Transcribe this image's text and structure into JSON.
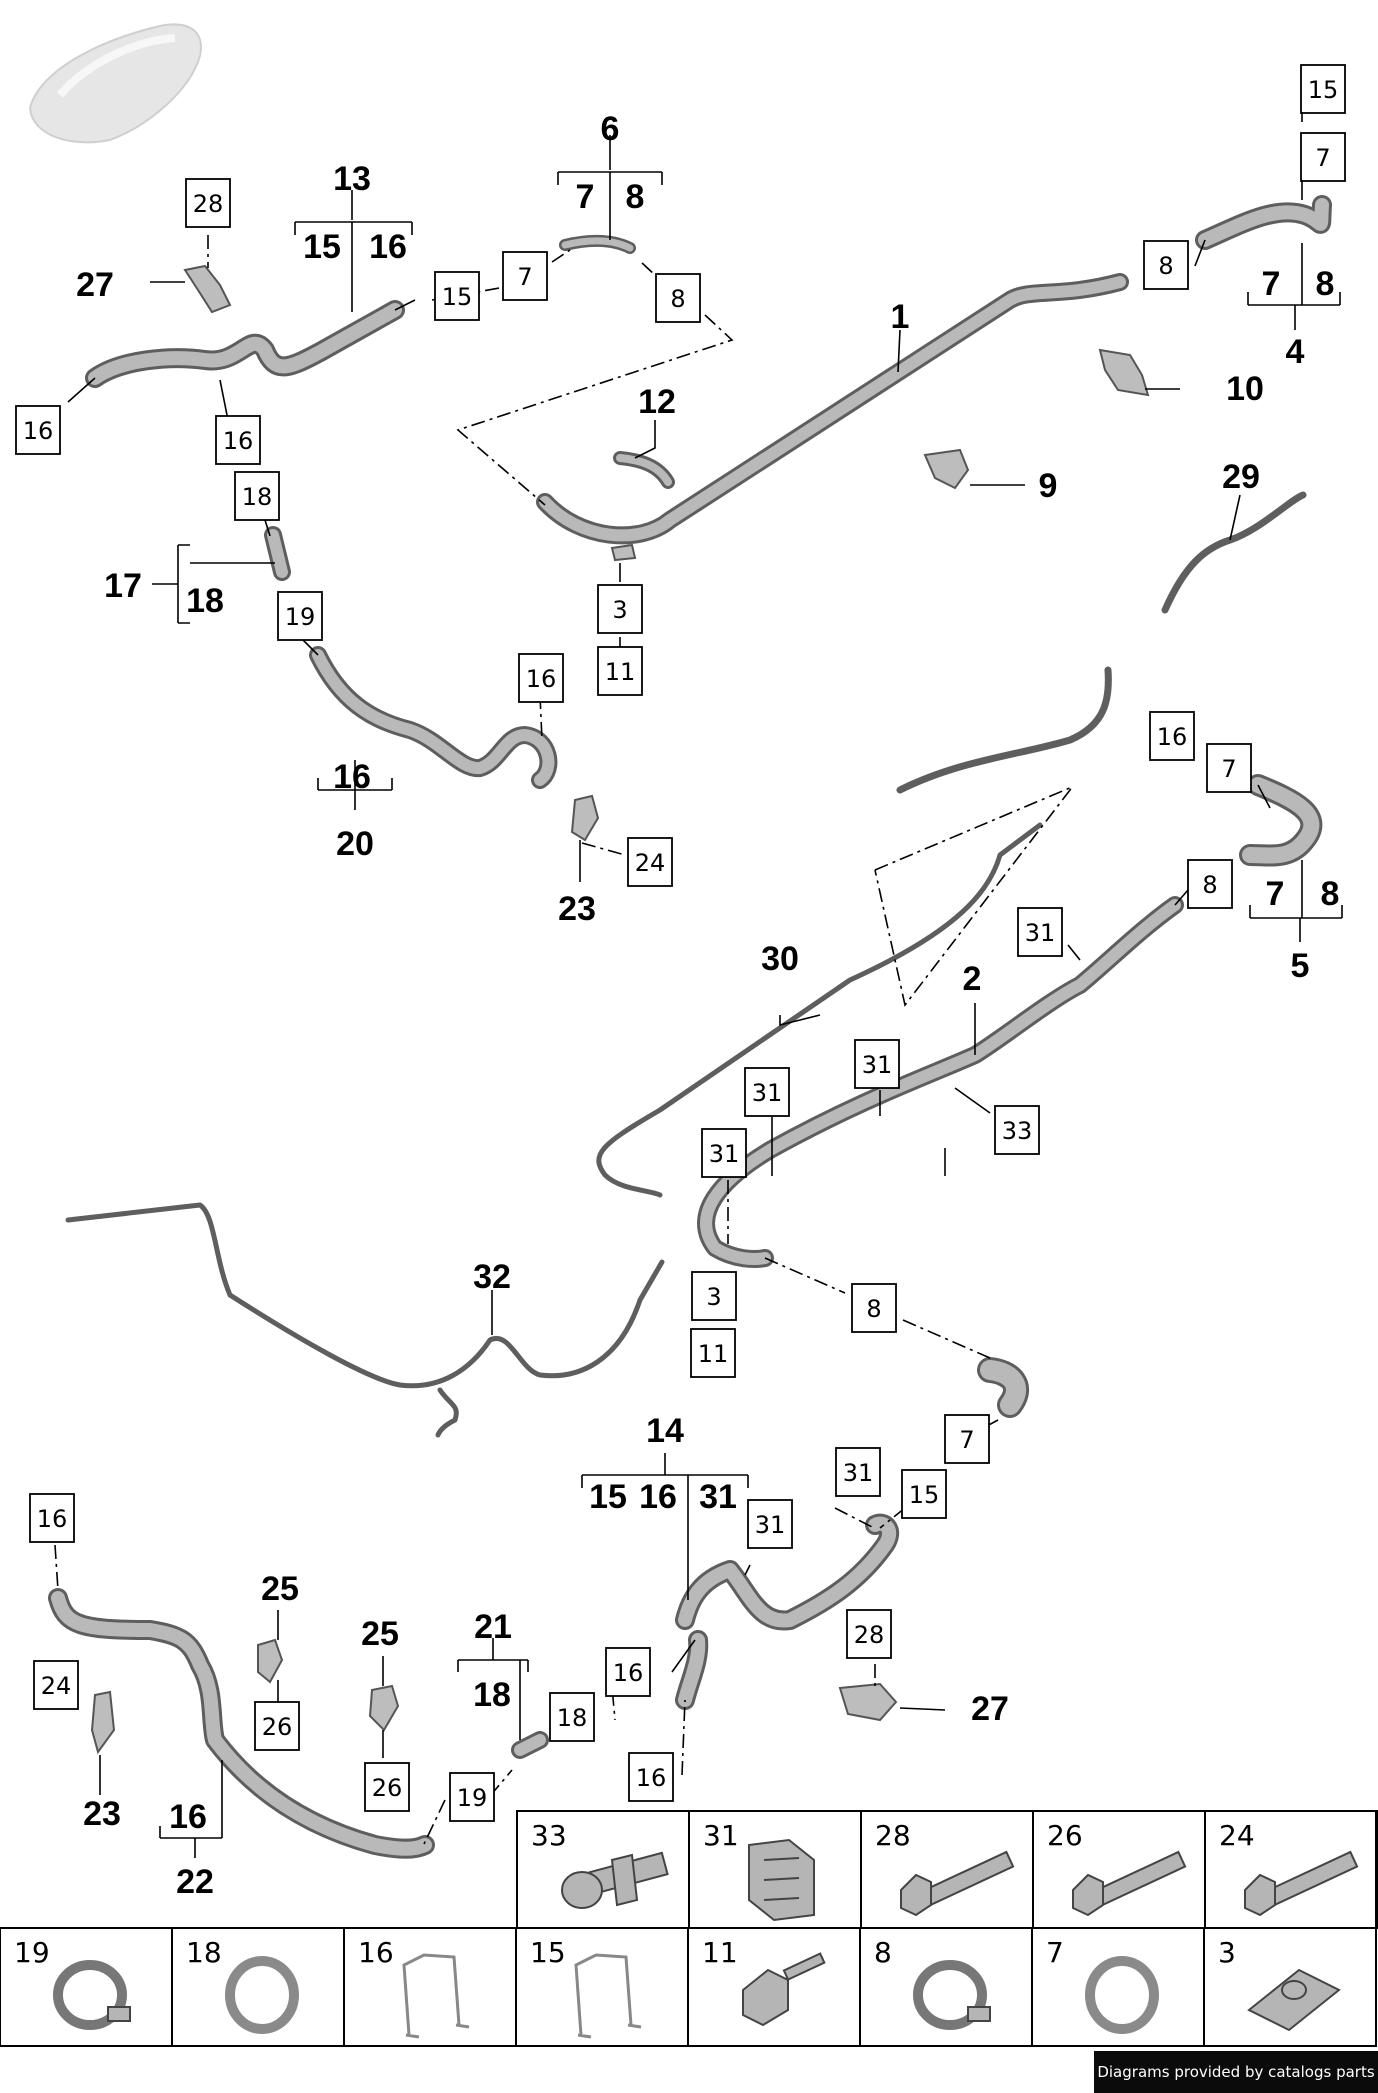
{
  "callouts": {
    "n1": "1",
    "n2": "2",
    "n3a": "3",
    "n3b": "3",
    "n4": "4",
    "n5": "5",
    "n6": "6",
    "n7_6": "7",
    "n8_6": "8",
    "n7_4": "7",
    "n8_4": "8",
    "n7_5": "7",
    "n8_5": "8",
    "n9": "9",
    "n10": "10",
    "n11a": "11",
    "n11b": "11",
    "n12": "12",
    "n13": "13",
    "n13_15": "15",
    "n13_16": "16",
    "n14": "14",
    "n14_15": "15",
    "n14_16": "16",
    "n14_31": "31",
    "n16_20": "16",
    "n16_22": "16",
    "n17": "17",
    "n17_18": "18",
    "n20": "20",
    "n21": "21",
    "n21_18": "18",
    "n22": "22",
    "n23a": "23",
    "n23b": "23",
    "n25a": "25",
    "n25b": "25",
    "n27a": "27",
    "n27b": "27",
    "n29": "29",
    "n30": "30",
    "n32": "32"
  },
  "boxes": {
    "b28a": "28",
    "b15a": "15",
    "b7a": "7",
    "b8a": "8",
    "b16a": "16",
    "b16b": "16",
    "b18a": "18",
    "b19a": "19",
    "b16c": "16",
    "b24a": "24",
    "b3a": "3",
    "b11a": "11",
    "b15b": "15",
    "b7b": "7",
    "b8b": "8",
    "b16d": "16",
    "b7c": "7",
    "b8c": "8",
    "b31a": "31",
    "b31b": "31",
    "b31c": "31",
    "b33": "33",
    "b31d": "31",
    "b3b": "3",
    "b11b": "11",
    "b8d": "8",
    "b7d": "7",
    "b31e": "31",
    "b15c": "15",
    "b31f": "31",
    "b16e": "16",
    "b16f": "16",
    "b18b": "18",
    "b19b": "19",
    "b16g": "16",
    "b24b": "24",
    "b26a": "26",
    "b26b": "26",
    "b28b": "28"
  },
  "legend": {
    "top": [
      "33",
      "31",
      "28",
      "26",
      "24"
    ],
    "bottom": [
      "19",
      "18",
      "16",
      "15",
      "11",
      "8",
      "7",
      "3"
    ]
  },
  "legend_icons": {
    "top": [
      "temperature-sensor-icon",
      "clip-icon",
      "bolt-icon",
      "bolt-icon",
      "bolt-icon"
    ],
    "bottom": [
      "hose-clamp-icon",
      "o-ring-icon",
      "spring-clip-icon",
      "spring-clip-icon",
      "screw-icon",
      "hose-clamp-icon",
      "o-ring-icon",
      "speed-nut-icon"
    ]
  },
  "credit": "Diagrams provided by catalogs parts",
  "colors": {
    "pipe_outline": "#5e5e5e",
    "pipe_fill": "#b9b9b9",
    "credit_bg": "#0b0b0b"
  }
}
